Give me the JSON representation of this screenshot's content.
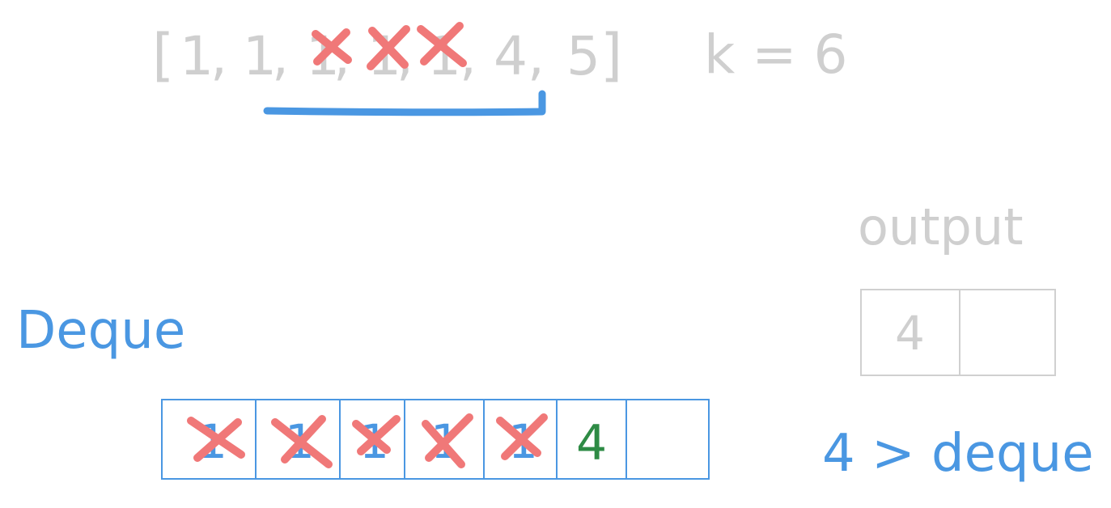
{
  "array": {
    "open_bracket": "[",
    "close_bracket": "]",
    "elements": [
      "1",
      "1",
      "1",
      "1",
      "1",
      "4",
      "5"
    ],
    "separator": ","
  },
  "k_label": "k = 6",
  "output": {
    "label": "output",
    "cells": [
      "4",
      ""
    ]
  },
  "deque": {
    "label": "Deque",
    "cells": [
      "1",
      "1",
      "1",
      "1",
      "1",
      "4",
      ""
    ],
    "crossed": [
      true,
      true,
      true,
      true,
      true,
      false,
      false
    ]
  },
  "annotation": "4 > deque",
  "colors": {
    "gray": "#cfcfcf",
    "blue": "#4a97e2",
    "green": "#2e8b45",
    "red": "#f07878"
  }
}
